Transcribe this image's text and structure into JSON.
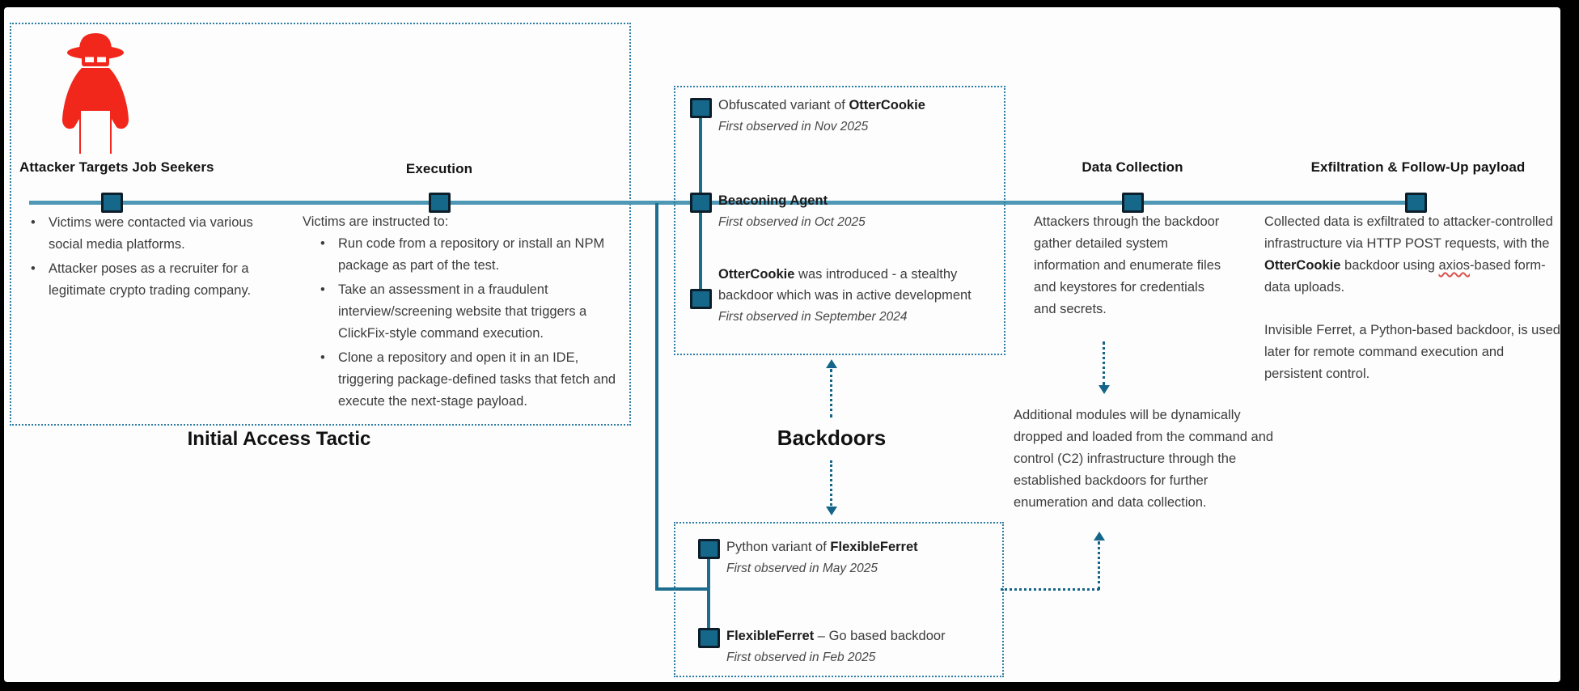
{
  "palette": {
    "accent_teal": "#16688a",
    "timeline_blue": "#4e98b6",
    "dashed_border": "#2d7ca3",
    "node_border": "#0d1e2b",
    "attacker_red": "#f2271c",
    "body_text": "#3c3c3c",
    "heading_text": "#141414"
  },
  "icons": {
    "attacker": "spy-incognito-icon"
  },
  "initial_access": {
    "section_label": "Initial Access Tactic",
    "attacker": {
      "title": "Attacker Targets Job Seekers",
      "bullets": [
        "Victims were contacted via various social media platforms.",
        "Attacker poses as a recruiter for a legitimate crypto trading company."
      ]
    },
    "execution": {
      "title": "Execution",
      "lead": "Victims are instructed to:",
      "bullets": [
        "Run code from a repository or install an NPM package as part of the test.",
        "Take an assessment in a fraudulent interview/screening website that triggers a ClickFix-style command execution.",
        "Clone a repository and open it in an IDE, triggering package-defined tasks that fetch and execute the next-stage payload."
      ]
    }
  },
  "backdoors": {
    "section_label": "Backdoors",
    "upper": {
      "items": [
        {
          "name": [
            {
              "t": "Obfuscated variant of "
            },
            {
              "t": "OtterCookie",
              "b": true
            }
          ],
          "observed": "First observed in Nov 2025"
        },
        {
          "name": [
            {
              "t": "Beaconing Agent",
              "b": true
            }
          ],
          "observed": "First observed in Oct 2025"
        },
        {
          "name": [
            {
              "t": "OtterCookie",
              "b": true
            },
            {
              "t": " was introduced - a stealthy backdoor which was in active development"
            }
          ],
          "observed": "First observed in September 2024"
        }
      ]
    },
    "lower": {
      "items": [
        {
          "name": [
            {
              "t": "Python variant of "
            },
            {
              "t": "FlexibleFerret",
              "b": true
            }
          ],
          "observed": "First observed in May 2025"
        },
        {
          "name": [
            {
              "t": "FlexibleFerret",
              "b": true
            },
            {
              "t": " – Go based backdoor"
            }
          ],
          "observed": "First observed in Feb 2025"
        }
      ]
    }
  },
  "data_collection": {
    "title": "Data Collection",
    "body": "Attackers through the backdoor gather detailed system information and enumerate files and keystores for credentials and secrets."
  },
  "additional_modules": {
    "body": "Additional modules will be dynamically dropped and loaded from the command and control (C2) infrastructure through the established backdoors for further enumeration and data collection."
  },
  "exfiltration": {
    "title": "Exfiltration & Follow-Up payload",
    "para1": [
      {
        "t": "Collected data is exfiltrated to attacker-controlled infrastructure via HTTP POST requests, with the "
      },
      {
        "t": "OtterCookie",
        "b": true
      },
      {
        "t": " backdoor using "
      },
      {
        "t": "axios",
        "u": true
      },
      {
        "t": "-based form-data uploads."
      }
    ],
    "para2": "Invisible Ferret, a Python-based backdoor, is used later for remote command execution and persistent control."
  }
}
